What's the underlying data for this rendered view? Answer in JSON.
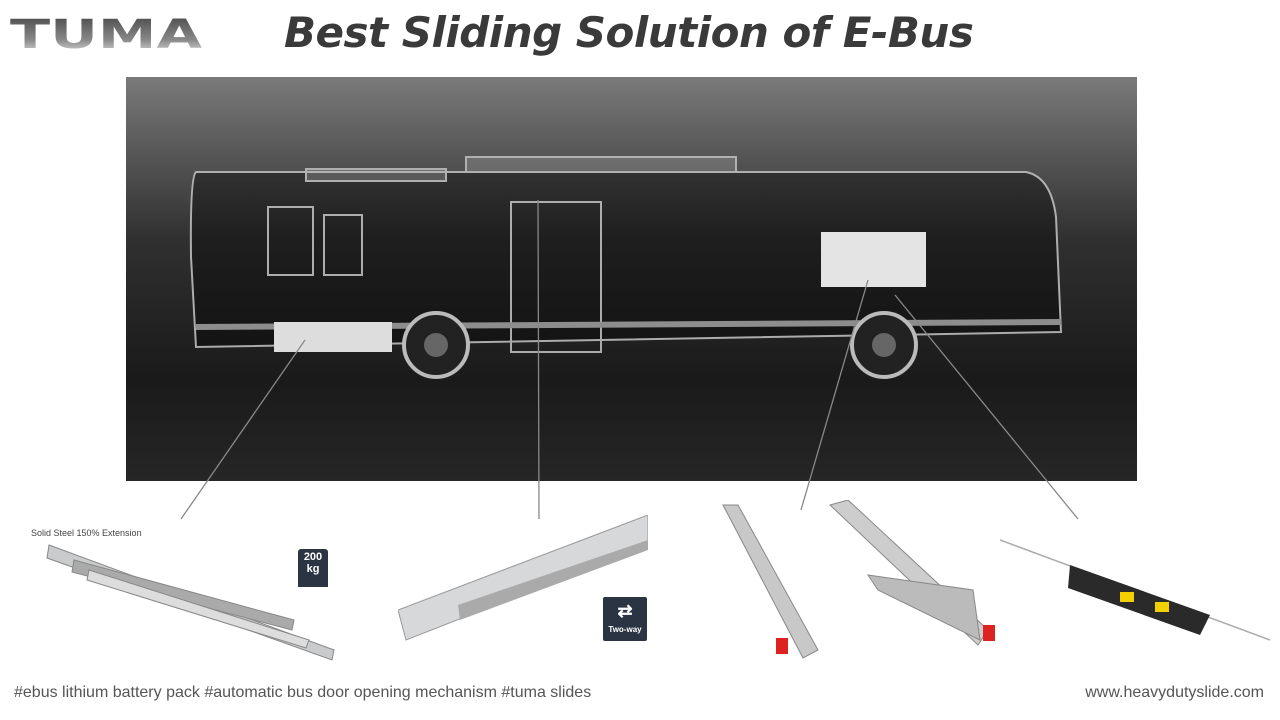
{
  "brand": {
    "logo_text": "TUMA"
  },
  "header": {
    "title": "Best Sliding Solution of E-Bus"
  },
  "products": [
    {
      "caption": "Solid Steel 150% Extension",
      "badge_value": "200",
      "badge_unit": "kg"
    },
    {
      "badge_label": "Two-way"
    },
    {},
    {}
  ],
  "footer": {
    "hashtags": "#ebus lithium battery pack #automatic bus door opening mechanism #tuma slides",
    "url": "www.heavydutyslide.com"
  }
}
